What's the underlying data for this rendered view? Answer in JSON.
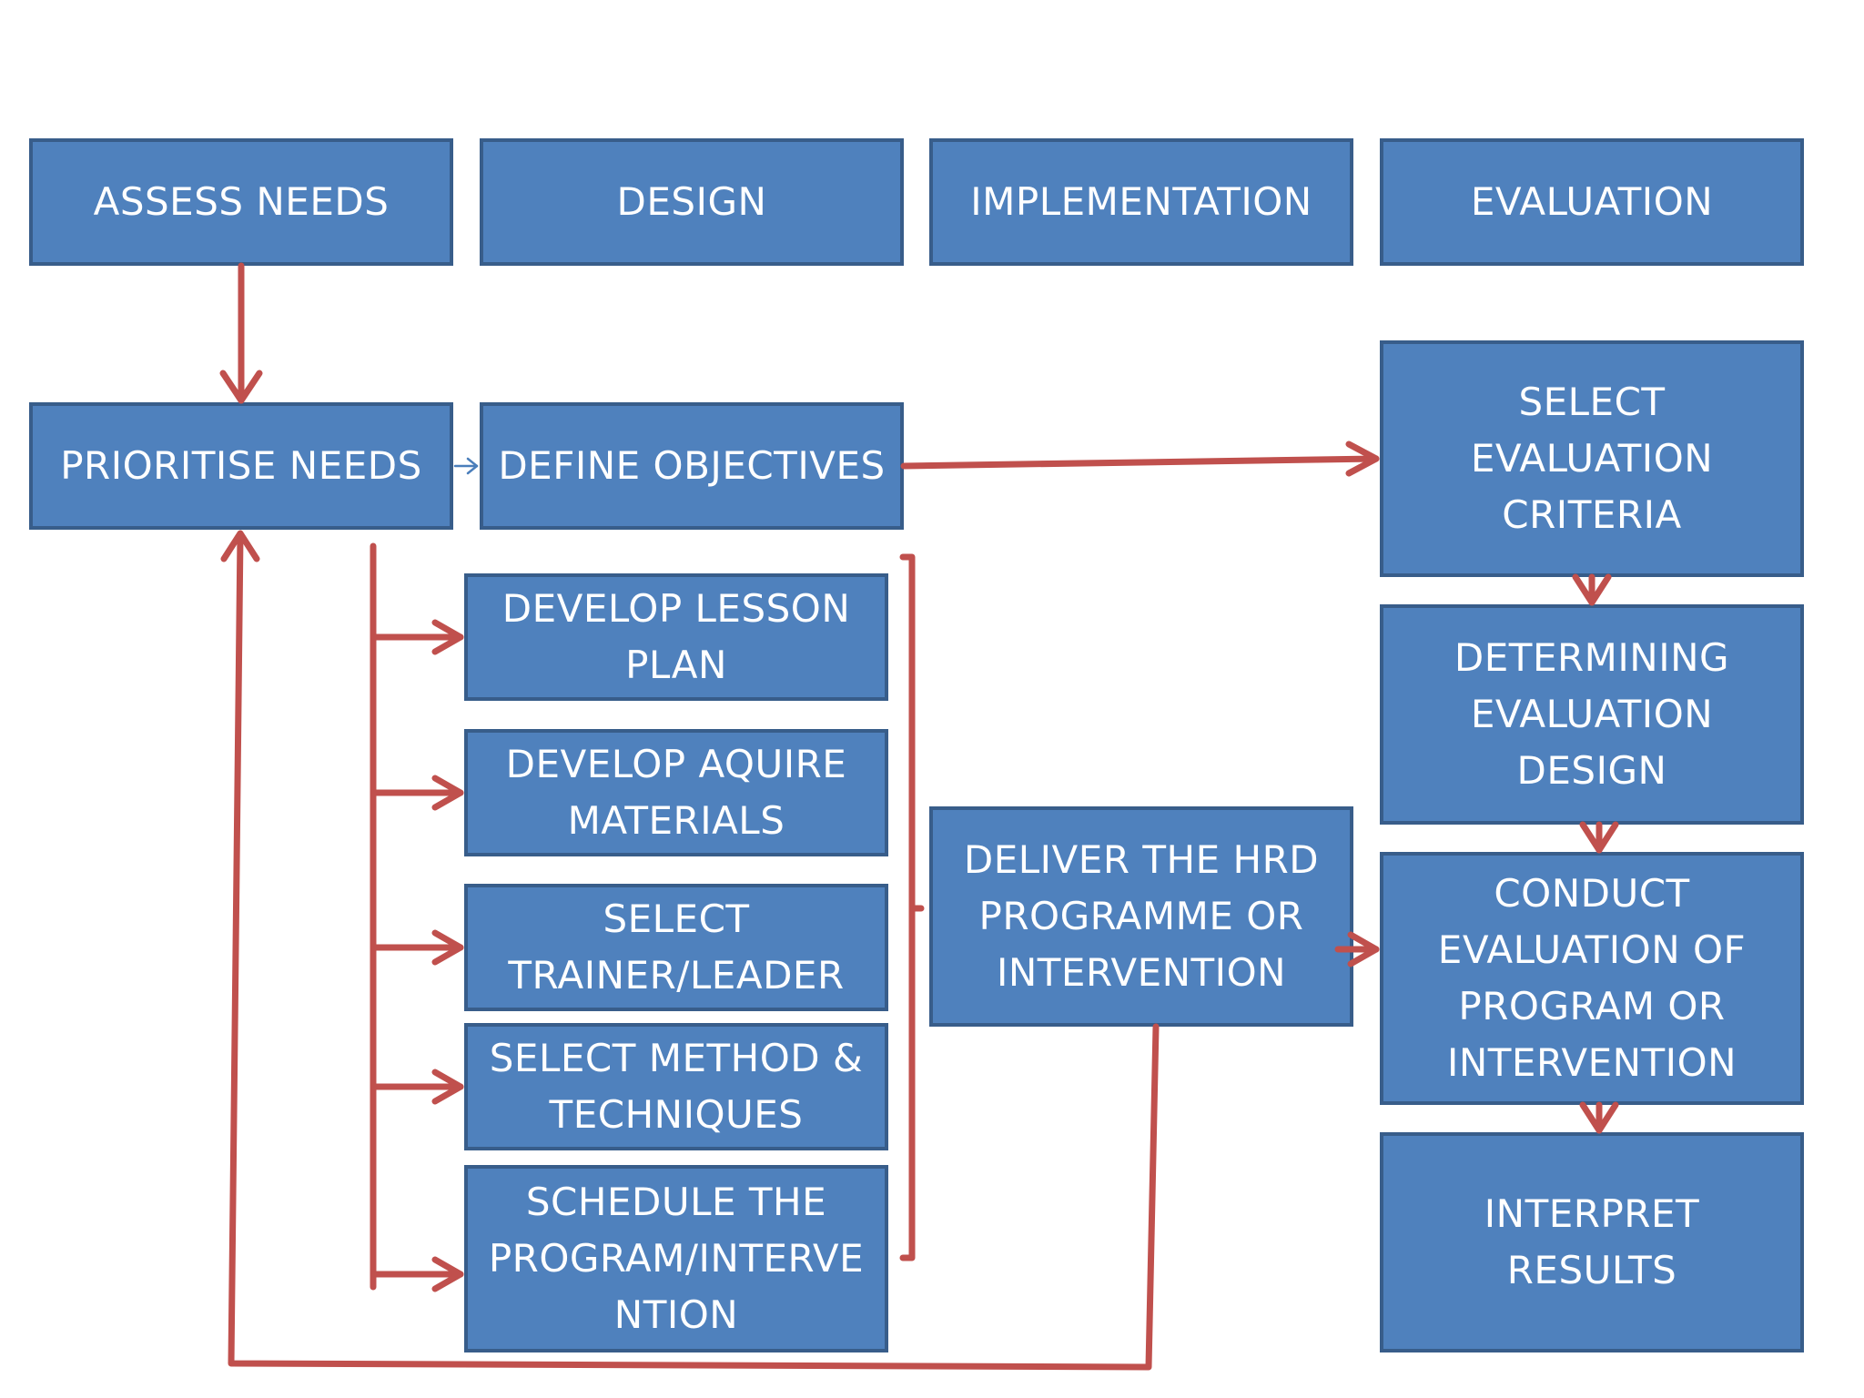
{
  "headers": {
    "assess": "ASSESS NEEDS",
    "design": "DESIGN",
    "implementation": "IMPLEMENTATION",
    "evaluation": "EVALUATION"
  },
  "nodes": {
    "prioritise": "PRIORITISE NEEDS",
    "define_objectives": "DEFINE OBJECTIVES",
    "lesson_plan": "DEVELOP LESSON PLAN",
    "materials": "DEVELOP AQUIRE MATERIALS",
    "trainer": "SELECT TRAINER/LEADER",
    "method": "SELECT METHOD & TECHNIQUES",
    "schedule": "SCHEDULE THE PROGRAM/INTERVE NTION",
    "deliver": "DELIVER THE HRD PROGRAMME OR INTERVENTION",
    "criteria": "SELECT EVALUATION CRITERIA",
    "eval_design": "DETERMINING EVALUATION DESIGN",
    "conduct": "CONDUCT EVALUATION OF PROGRAM OR INTERVENTION",
    "interpret": "INTERPRET RESULTS"
  },
  "colors": {
    "box_fill": "#4f81bd",
    "box_border": "#385d8a",
    "connector_red": "#c0504d",
    "connector_blue": "#4a7ebb",
    "text": "#ffffff"
  }
}
